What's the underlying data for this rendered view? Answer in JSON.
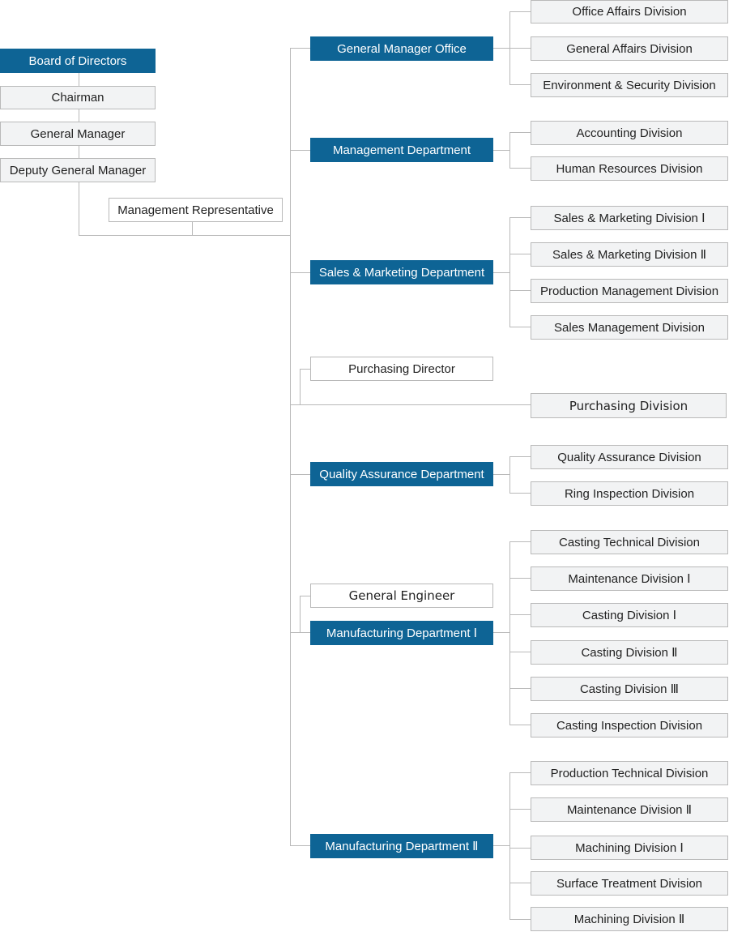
{
  "top": {
    "board": "Board of Directors",
    "chairman": "Chairman",
    "general_manager": "General Manager",
    "deputy_general_manager": "Deputy General Manager",
    "management_representative": "Management Representative"
  },
  "departments": {
    "general_manager_office": {
      "label": "General Manager Office",
      "divisions": [
        "Office Affairs Division",
        "General Affairs Division",
        "Environment & Security Division"
      ]
    },
    "management": {
      "label": "Management Department",
      "divisions": [
        "Accounting Division",
        "Human Resources Division"
      ]
    },
    "sales_marketing": {
      "label": "Sales & Marketing Department",
      "divisions": [
        "Sales & Marketing Division Ⅰ",
        "Sales & Marketing Division Ⅱ",
        "Production Management Division",
        "Sales Management Division"
      ]
    },
    "purchasing": {
      "director": "Purchasing Director",
      "division": "Purchasing Division"
    },
    "quality_assurance": {
      "label": "Quality Assurance Department",
      "divisions": [
        "Quality Assurance Division",
        "Ring Inspection Division"
      ]
    },
    "manufacturing_1": {
      "engineer": "General Engineer",
      "label": "Manufacturing Department Ⅰ",
      "divisions": [
        "Casting Technical Division",
        "Maintenance Division Ⅰ",
        "Casting Division Ⅰ",
        "Casting Division Ⅱ",
        "Casting Division Ⅲ",
        "Casting Inspection Division"
      ]
    },
    "manufacturing_2": {
      "label": "Manufacturing Department Ⅱ",
      "divisions": [
        "Production Technical Division",
        "Maintenance Division Ⅱ",
        "Machining Division Ⅰ",
        "Surface Treatment Division",
        "Machining Division Ⅱ"
      ]
    }
  },
  "colors": {
    "department_fill": "#0e6495",
    "box_fill": "#f2f3f4",
    "box_border": "#b9b9b9",
    "connector": "#b9b9b9"
  }
}
